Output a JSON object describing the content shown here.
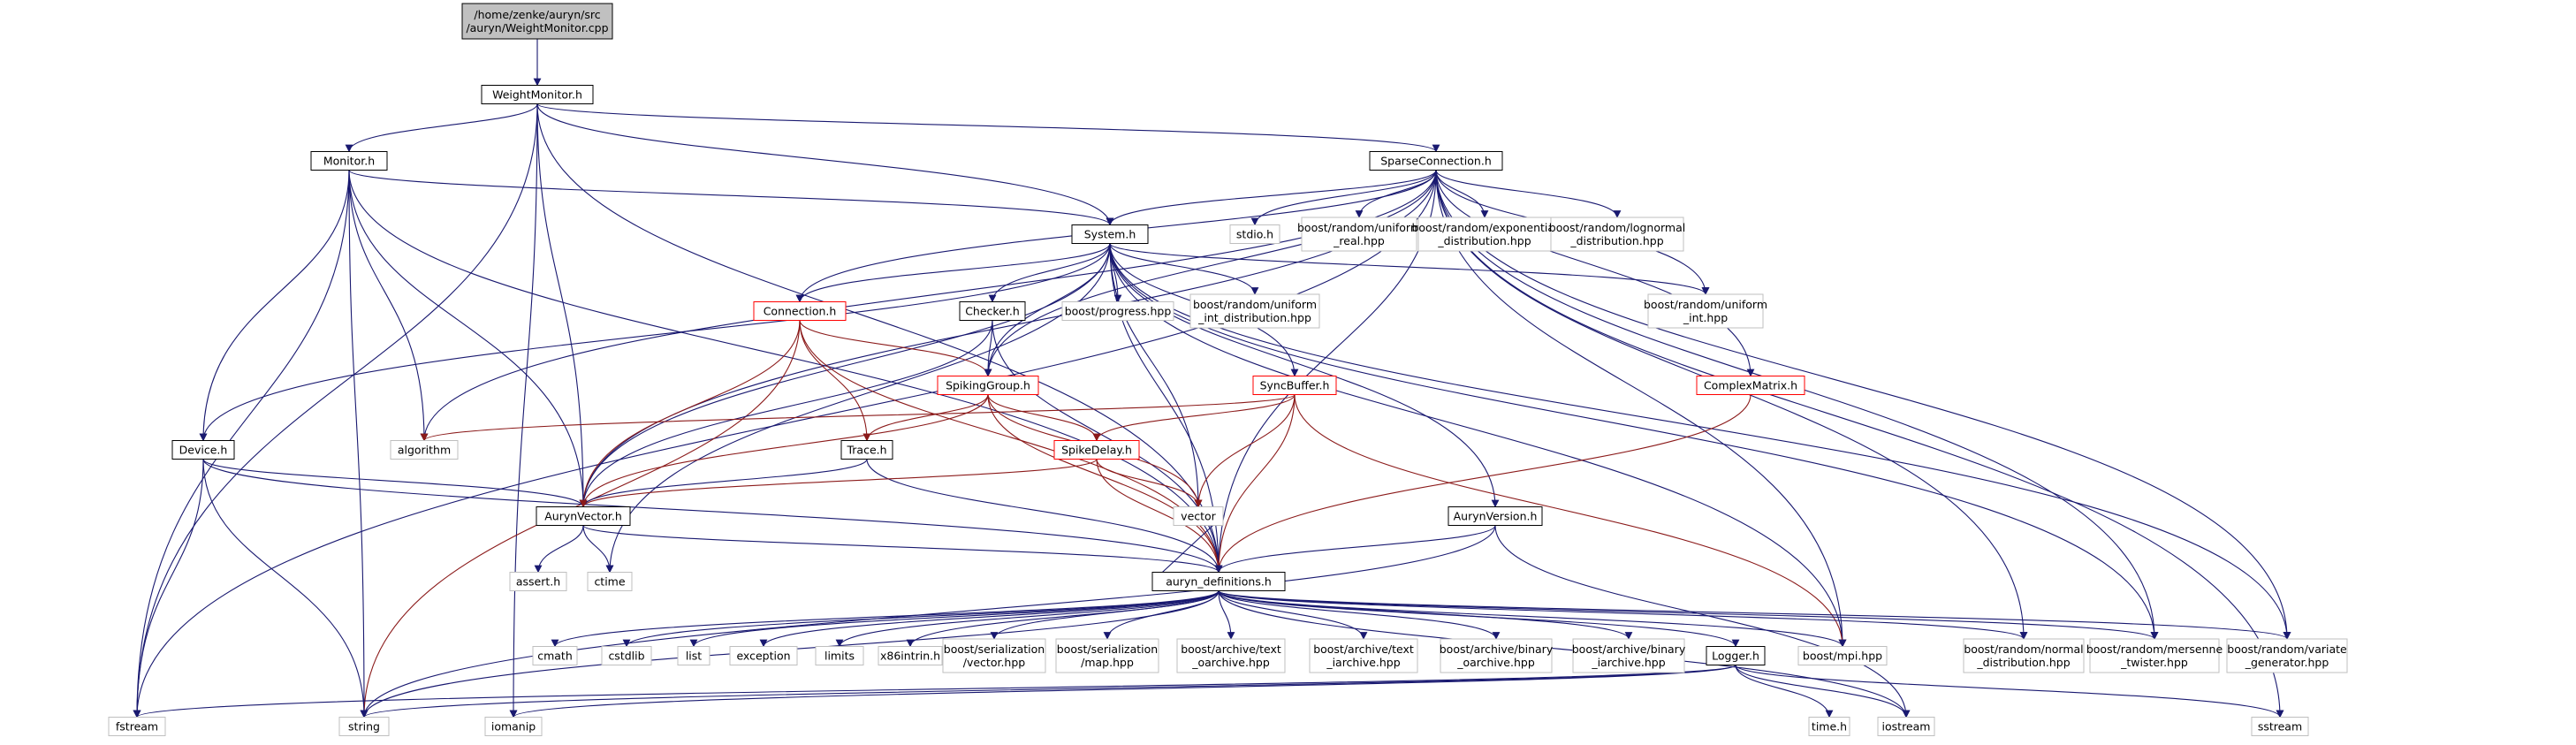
{
  "graph": {
    "colors": {
      "edge_blue": "#191970",
      "edge_gray": "#a9a9a9",
      "edge_red": "#8b1a1a",
      "root_fill": "#c0c0c0",
      "border_black": "#000000",
      "border_red": "#ff0000",
      "border_gray": "#bfbfbf",
      "text": "#000000"
    },
    "nodes": [
      {
        "id": "root",
        "lines": [
          "/home/zenke/auryn/src",
          "/auryn/WeightMonitor.cpp"
        ],
        "style": "root"
      },
      {
        "id": "weightmonitor",
        "lines": [
          "WeightMonitor.h"
        ],
        "style": "black"
      },
      {
        "id": "monitor",
        "lines": [
          "Monitor.h"
        ],
        "style": "black"
      },
      {
        "id": "sparseconnection",
        "lines": [
          "SparseConnection.h"
        ],
        "style": "black"
      },
      {
        "id": "system",
        "lines": [
          "System.h"
        ],
        "style": "black"
      },
      {
        "id": "stdio",
        "lines": [
          "stdio.h"
        ],
        "style": "gray"
      },
      {
        "id": "uniform_real",
        "lines": [
          "boost/random/uniform",
          "_real.hpp"
        ],
        "style": "gray"
      },
      {
        "id": "exponential",
        "lines": [
          "boost/random/exponential",
          "_distribution.hpp"
        ],
        "style": "gray"
      },
      {
        "id": "lognormal",
        "lines": [
          "boost/random/lognormal",
          "_distribution.hpp"
        ],
        "style": "gray"
      },
      {
        "id": "connection",
        "lines": [
          "Connection.h"
        ],
        "style": "red"
      },
      {
        "id": "checker",
        "lines": [
          "Checker.h"
        ],
        "style": "black"
      },
      {
        "id": "progress",
        "lines": [
          "boost/progress.hpp"
        ],
        "style": "gray"
      },
      {
        "id": "uniform_int_dist",
        "lines": [
          "boost/random/uniform",
          "_int_distribution.hpp"
        ],
        "style": "gray"
      },
      {
        "id": "uniform_int",
        "lines": [
          "boost/random/uniform",
          "_int.hpp"
        ],
        "style": "gray"
      },
      {
        "id": "spikinggroup",
        "lines": [
          "SpikingGroup.h"
        ],
        "style": "red"
      },
      {
        "id": "syncbuffer",
        "lines": [
          "SyncBuffer.h"
        ],
        "style": "red"
      },
      {
        "id": "complexmatrix",
        "lines": [
          "ComplexMatrix.h"
        ],
        "style": "red"
      },
      {
        "id": "algorithm",
        "lines": [
          "algorithm"
        ],
        "style": "gray"
      },
      {
        "id": "device",
        "lines": [
          "Device.h"
        ],
        "style": "black"
      },
      {
        "id": "trace",
        "lines": [
          "Trace.h"
        ],
        "style": "black"
      },
      {
        "id": "spikedelay",
        "lines": [
          "SpikeDelay.h"
        ],
        "style": "red"
      },
      {
        "id": "vector",
        "lines": [
          "vector"
        ],
        "style": "gray"
      },
      {
        "id": "aurynvector",
        "lines": [
          "AurynVector.h"
        ],
        "style": "black"
      },
      {
        "id": "aurynversion",
        "lines": [
          "AurynVersion.h"
        ],
        "style": "black"
      },
      {
        "id": "assert",
        "lines": [
          "assert.h"
        ],
        "style": "gray"
      },
      {
        "id": "ctime",
        "lines": [
          "ctime"
        ],
        "style": "gray"
      },
      {
        "id": "defs",
        "lines": [
          "auryn_definitions.h"
        ],
        "style": "black"
      },
      {
        "id": "cmath",
        "lines": [
          "cmath"
        ],
        "style": "gray"
      },
      {
        "id": "cstdlib",
        "lines": [
          "cstdlib"
        ],
        "style": "gray"
      },
      {
        "id": "list",
        "lines": [
          "list"
        ],
        "style": "gray"
      },
      {
        "id": "exception",
        "lines": [
          "exception"
        ],
        "style": "gray"
      },
      {
        "id": "limits",
        "lines": [
          "limits"
        ],
        "style": "gray"
      },
      {
        "id": "x86intrin",
        "lines": [
          "x86intrin.h"
        ],
        "style": "gray"
      },
      {
        "id": "ser_vector",
        "lines": [
          "boost/serialization",
          "/vector.hpp"
        ],
        "style": "gray"
      },
      {
        "id": "ser_map",
        "lines": [
          "boost/serialization",
          "/map.hpp"
        ],
        "style": "gray"
      },
      {
        "id": "text_oarchive",
        "lines": [
          "boost/archive/text",
          "_oarchive.hpp"
        ],
        "style": "gray"
      },
      {
        "id": "text_iarchive",
        "lines": [
          "boost/archive/text",
          "_iarchive.hpp"
        ],
        "style": "gray"
      },
      {
        "id": "binary_oarchive",
        "lines": [
          "boost/archive/binary",
          "_oarchive.hpp"
        ],
        "style": "gray"
      },
      {
        "id": "binary_iarchive",
        "lines": [
          "boost/archive/binary",
          "_iarchive.hpp"
        ],
        "style": "gray"
      },
      {
        "id": "logger",
        "lines": [
          "Logger.h"
        ],
        "style": "black"
      },
      {
        "id": "mpi",
        "lines": [
          "boost/mpi.hpp"
        ],
        "style": "gray"
      },
      {
        "id": "normal",
        "lines": [
          "boost/random/normal",
          "_distribution.hpp"
        ],
        "style": "gray"
      },
      {
        "id": "mersenne",
        "lines": [
          "boost/random/mersenne",
          "_twister.hpp"
        ],
        "style": "gray"
      },
      {
        "id": "variate",
        "lines": [
          "boost/random/variate",
          "_generator.hpp"
        ],
        "style": "gray"
      },
      {
        "id": "fstream",
        "lines": [
          "fstream"
        ],
        "style": "gray"
      },
      {
        "id": "string",
        "lines": [
          "string"
        ],
        "style": "gray"
      },
      {
        "id": "iomanip",
        "lines": [
          "iomanip"
        ],
        "style": "gray"
      },
      {
        "id": "timeh",
        "lines": [
          "time.h"
        ],
        "style": "gray"
      },
      {
        "id": "iostream",
        "lines": [
          "iostream"
        ],
        "style": "gray"
      },
      {
        "id": "sstream",
        "lines": [
          "sstream"
        ],
        "style": "gray"
      }
    ],
    "edges": [
      [
        "root",
        "weightmonitor"
      ],
      [
        "weightmonitor",
        "monitor"
      ],
      [
        "weightmonitor",
        "sparseconnection"
      ],
      [
        "weightmonitor",
        "system"
      ],
      [
        "weightmonitor",
        "aurynvector"
      ],
      [
        "weightmonitor",
        "defs"
      ],
      [
        "weightmonitor",
        "fstream"
      ],
      [
        "weightmonitor",
        "iomanip"
      ],
      [
        "monitor",
        "system"
      ],
      [
        "monitor",
        "aurynvector"
      ],
      [
        "monitor",
        "algorithm"
      ],
      [
        "monitor",
        "device"
      ],
      [
        "monitor",
        "defs"
      ],
      [
        "monitor",
        "fstream"
      ],
      [
        "monitor",
        "string"
      ],
      [
        "sparseconnection",
        "system"
      ],
      [
        "sparseconnection",
        "stdio"
      ],
      [
        "sparseconnection",
        "uniform_real"
      ],
      [
        "sparseconnection",
        "exponential"
      ],
      [
        "sparseconnection",
        "lognormal"
      ],
      [
        "sparseconnection",
        "connection"
      ],
      [
        "sparseconnection",
        "uniform_int"
      ],
      [
        "sparseconnection",
        "complexmatrix"
      ],
      [
        "sparseconnection",
        "spikinggroup"
      ],
      [
        "sparseconnection",
        "aurynvector"
      ],
      [
        "sparseconnection",
        "algorithm"
      ],
      [
        "sparseconnection",
        "defs"
      ],
      [
        "sparseconnection",
        "mpi"
      ],
      [
        "sparseconnection",
        "normal"
      ],
      [
        "sparseconnection",
        "mersenne"
      ],
      [
        "sparseconnection",
        "variate"
      ],
      [
        "sparseconnection",
        "fstream"
      ],
      [
        "sparseconnection",
        "sstream"
      ],
      [
        "system",
        "connection"
      ],
      [
        "system",
        "checker"
      ],
      [
        "system",
        "progress"
      ],
      [
        "system",
        "uniform_int_dist"
      ],
      [
        "system",
        "uniform_int"
      ],
      [
        "system",
        "spikinggroup"
      ],
      [
        "system",
        "syncbuffer"
      ],
      [
        "system",
        "device"
      ],
      [
        "system",
        "aurynvector"
      ],
      [
        "system",
        "vector"
      ],
      [
        "system",
        "aurynversion"
      ],
      [
        "system",
        "defs"
      ],
      [
        "system",
        "ctime"
      ],
      [
        "system",
        "mpi"
      ],
      [
        "system",
        "mersenne"
      ],
      [
        "system",
        "variate"
      ],
      [
        "connection",
        "spikinggroup"
      ],
      [
        "connection",
        "trace"
      ],
      [
        "connection",
        "aurynvector"
      ],
      [
        "connection",
        "defs"
      ],
      [
        "connection",
        "string"
      ],
      [
        "checker",
        "spikinggroup"
      ],
      [
        "checker",
        "aurynvector"
      ],
      [
        "checker",
        "defs"
      ],
      [
        "spikinggroup",
        "spikedelay"
      ],
      [
        "spikinggroup",
        "trace"
      ],
      [
        "spikinggroup",
        "aurynvector"
      ],
      [
        "spikinggroup",
        "vector"
      ],
      [
        "spikinggroup",
        "defs"
      ],
      [
        "syncbuffer",
        "spikedelay"
      ],
      [
        "syncbuffer",
        "vector"
      ],
      [
        "syncbuffer",
        "algorithm"
      ],
      [
        "syncbuffer",
        "defs"
      ],
      [
        "syncbuffer",
        "mpi"
      ],
      [
        "complexmatrix",
        "defs"
      ],
      [
        "device",
        "aurynvector"
      ],
      [
        "device",
        "defs"
      ],
      [
        "device",
        "fstream"
      ],
      [
        "device",
        "string"
      ],
      [
        "trace",
        "aurynvector"
      ],
      [
        "trace",
        "defs"
      ],
      [
        "spikedelay",
        "aurynvector"
      ],
      [
        "spikedelay",
        "vector"
      ],
      [
        "spikedelay",
        "defs"
      ],
      [
        "aurynvector",
        "assert"
      ],
      [
        "aurynvector",
        "ctime"
      ],
      [
        "aurynvector",
        "defs"
      ],
      [
        "aurynversion",
        "defs"
      ],
      [
        "aurynversion",
        "string"
      ],
      [
        "aurynversion",
        "iostream"
      ],
      [
        "defs",
        "cmath"
      ],
      [
        "defs",
        "cstdlib"
      ],
      [
        "defs",
        "list"
      ],
      [
        "defs",
        "exception"
      ],
      [
        "defs",
        "limits"
      ],
      [
        "defs",
        "x86intrin"
      ],
      [
        "defs",
        "ser_vector"
      ],
      [
        "defs",
        "ser_map"
      ],
      [
        "defs",
        "text_oarchive"
      ],
      [
        "defs",
        "text_iarchive"
      ],
      [
        "defs",
        "binary_oarchive"
      ],
      [
        "defs",
        "binary_iarchive"
      ],
      [
        "defs",
        "logger"
      ],
      [
        "defs",
        "mpi"
      ],
      [
        "defs",
        "normal"
      ],
      [
        "defs",
        "mersenne"
      ],
      [
        "defs",
        "variate"
      ],
      [
        "defs",
        "string"
      ],
      [
        "defs",
        "iostream"
      ],
      [
        "defs",
        "vector"
      ],
      [
        "logger",
        "timeh"
      ],
      [
        "logger",
        "iostream"
      ],
      [
        "logger",
        "sstream"
      ],
      [
        "logger",
        "string"
      ],
      [
        "logger",
        "fstream"
      ],
      [
        "logger",
        "iomanip"
      ]
    ]
  }
}
